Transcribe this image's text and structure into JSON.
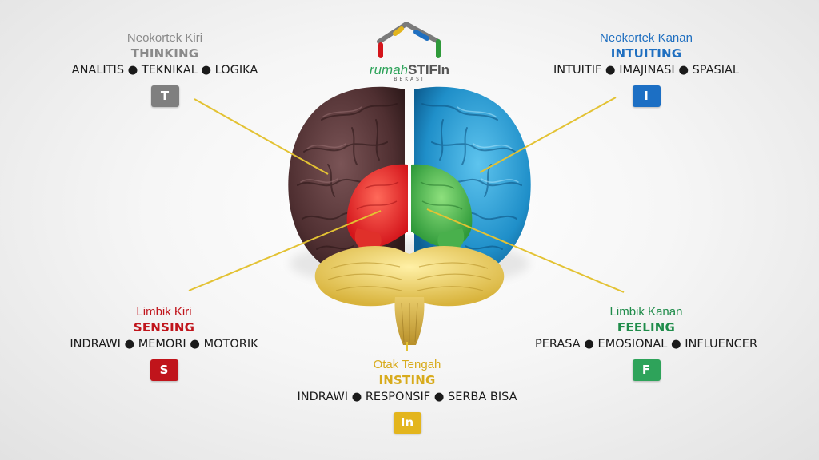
{
  "brand": {
    "name_a": "rumah",
    "name_b": "STIFIn",
    "sub": "BEKASI"
  },
  "quadrants": {
    "thinking": {
      "region": "Neokortek Kiri",
      "type": "THINKING",
      "traits": "ANALITIS ● TEKNIKAL ● LOGIKA",
      "badge": "T",
      "color": "#8a8a8a",
      "badge_color": "#7f7f7f"
    },
    "intuiting": {
      "region": "Neokortek Kanan",
      "type": "INTUITING",
      "traits": "INTUITIF ● IMAJINASI ● SPASIAL",
      "badge": "I",
      "color": "#1f6fc0",
      "badge_color": "#1c6fc4"
    },
    "sensing": {
      "region": "Limbik Kiri",
      "type": "SENSING",
      "traits": "INDRAWI ● MEMORI ● MOTORIK",
      "badge": "S",
      "color": "#c0141b",
      "badge_color": "#c0141b"
    },
    "feeling": {
      "region": "Limbik Kanan",
      "type": "FEELING",
      "traits": "PERASA ● EMOSIONAL ● INFLUENCER",
      "badge": "F",
      "color": "#1f8c4a",
      "badge_color": "#2ea35a"
    },
    "insting": {
      "region": "Otak Tengah",
      "type": "INSTING",
      "traits": "INDRAWI ● RESPONSIF ● SERBA BISA",
      "badge": "In",
      "color": "#d8ab1c",
      "badge_color": "#e3b51d"
    }
  },
  "connector_color": "#e3c233"
}
